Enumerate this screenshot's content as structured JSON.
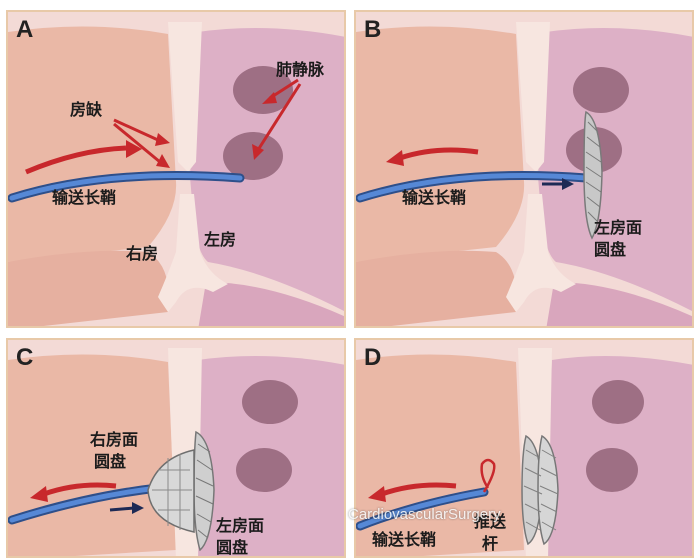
{
  "panels": [
    {
      "letter": "A",
      "labels": {
        "pulmonary_veins": "肺静脉",
        "defect": "房缺",
        "sheath": "输送长鞘",
        "right_atrium": "右房",
        "left_atrium": "左房"
      }
    },
    {
      "letter": "B",
      "labels": {
        "sheath": "输送长鞘",
        "la_disc_line1": "左房面",
        "la_disc_line2": "圆盘"
      }
    },
    {
      "letter": "C",
      "labels": {
        "ra_disc_line1": "右房面",
        "ra_disc_line2": "圆盘",
        "la_disc_line1": "左房面",
        "la_disc_line2": "圆盘"
      }
    },
    {
      "letter": "D",
      "labels": {
        "sheath": "输送长鞘",
        "rod_line1": "推送",
        "rod_line2": "杆"
      }
    }
  ],
  "watermark": "CardiovascularSurgery",
  "colors": {
    "tissue": "#f3d9d6",
    "chamber_left": "#e9b9a8",
    "chamber_right": "#dcaec6",
    "septum": "#f7e4de",
    "sheath": "#4a78c2",
    "arrow_red": "#c8282c",
    "arrow_dark": "#1d2a55",
    "frame": "#e8c9a8",
    "device": "#d6d6d6"
  }
}
